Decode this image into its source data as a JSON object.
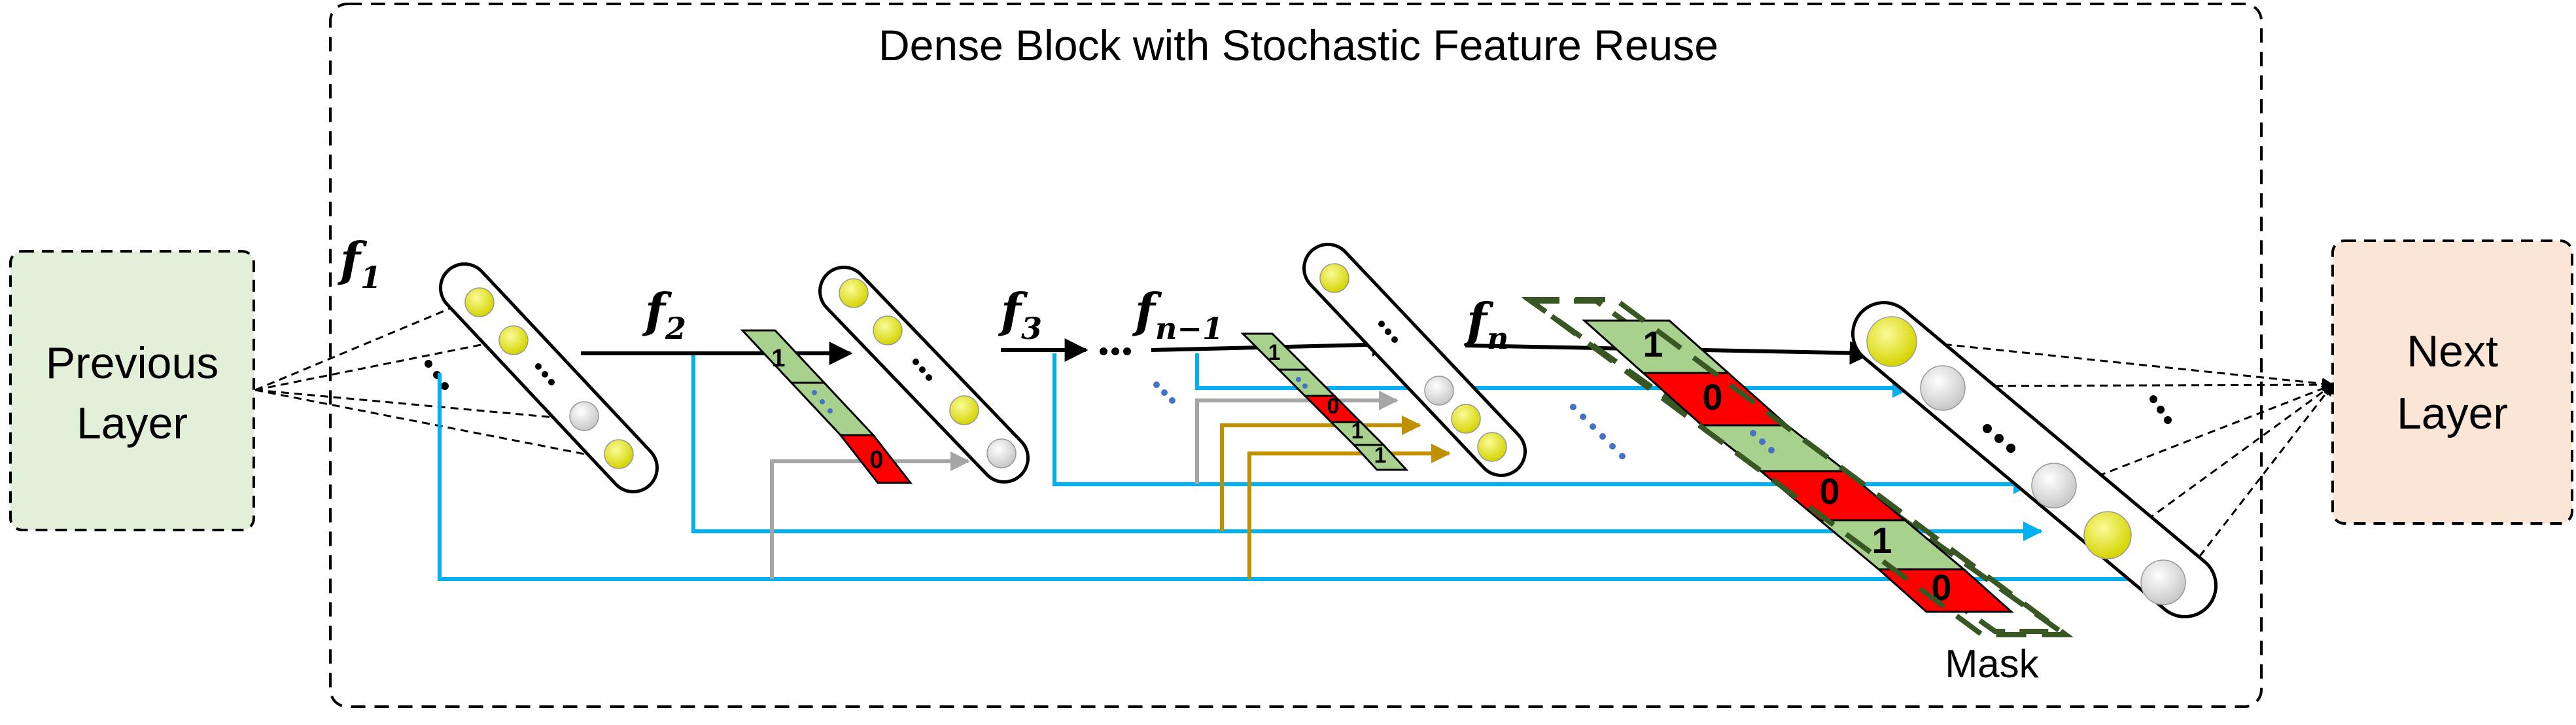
{
  "title": "Dense Block with Stochastic Feature Reuse",
  "input_box": {
    "line1": "Previous",
    "line2": "Layer"
  },
  "output_box": {
    "line1": "Next",
    "line2": "Layer"
  },
  "mask_label": "Mask",
  "features": {
    "f1": {
      "base": "f",
      "sub": "1"
    },
    "f2": {
      "base": "f",
      "sub": "2"
    },
    "f3": {
      "base": "f",
      "sub": "3"
    },
    "fn1": {
      "base": "f",
      "sub": "n−1"
    },
    "fn": {
      "base": "f",
      "sub": "n"
    }
  },
  "small_mask_1": [
    "1",
    "0"
  ],
  "small_mask_2": [
    "1",
    "0",
    "1",
    "1"
  ],
  "big_mask": [
    "1",
    "0",
    "0",
    "1",
    "0"
  ],
  "colors": {
    "input_fill": "#e2efd9",
    "output_fill": "#fbe5d6",
    "yellow_node": "#e6e600",
    "gray_node": "#d9d9d9",
    "mask_one": "#a9d18e",
    "mask_zero": "#ff0000",
    "mask_border": "#385723",
    "skip_blue": "#00b0f0",
    "skip_gray": "#a6a6a6",
    "skip_gold": "#bf9000",
    "dots_blue": "#4472c4"
  }
}
